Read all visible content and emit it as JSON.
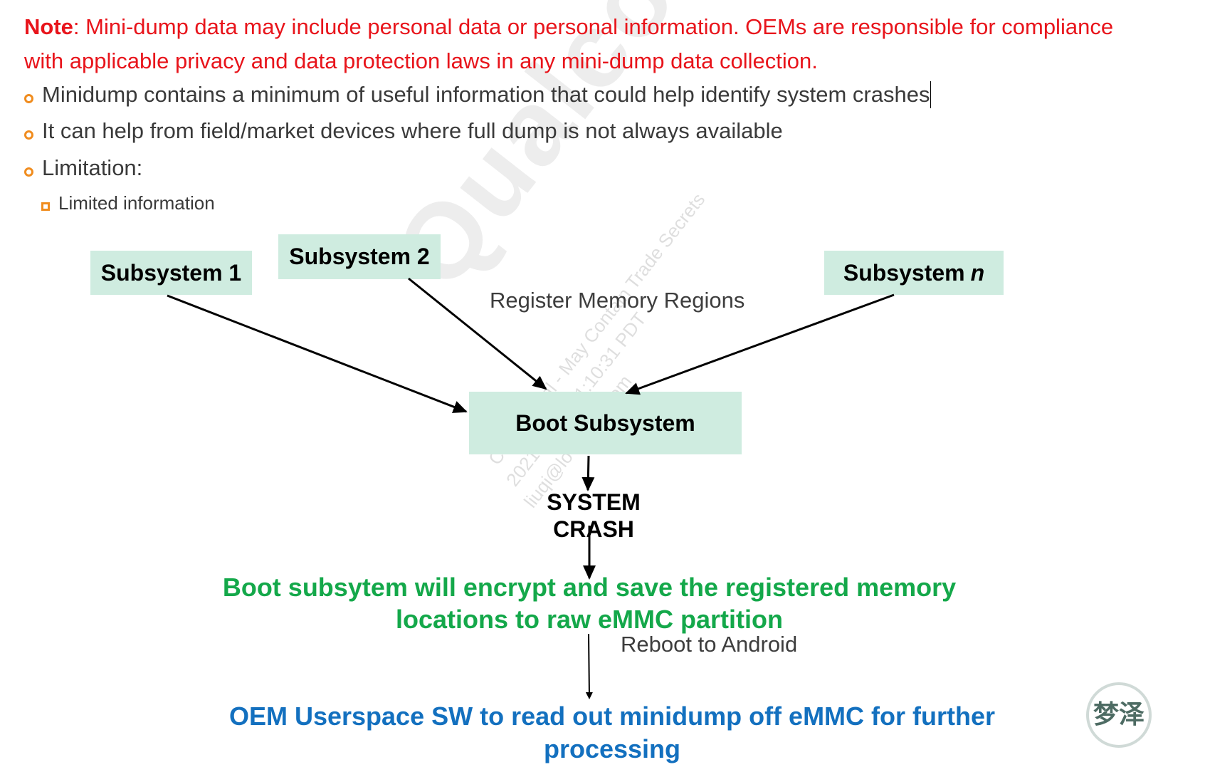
{
  "note": {
    "label": "Note",
    "text": ": Mini-dump data may include personal data or personal information. OEMs are responsible for compliance with applicable privacy and data protection laws in any mini-dump data collection."
  },
  "bullets": [
    "Minidump contains a minimum of useful information that could help identify system crashes",
    "It can help from field/market devices where full dump is not always available",
    "Limitation:"
  ],
  "sub_bullets": [
    "Limited information"
  ],
  "diagram": {
    "subsystem_1": "Subsystem 1",
    "subsystem_2": "Subsystem 2",
    "subsystem_n_prefix": "Subsystem",
    "subsystem_n_suffix": "n",
    "register_label": "Register Memory Regions",
    "boot_subsystem": "Boot Subsystem",
    "crash_line1": "SYSTEM",
    "crash_line2": "CRASH",
    "save_line1": "Boot subsytem will encrypt and save the registered memory",
    "save_line2": "locations to raw eMMC partition",
    "reboot_label": "Reboot to Android",
    "oem_line1": "OEM Userspace SW to read out minidump off eMMC for further",
    "oem_line2": "processing"
  },
  "watermark": {
    "brand": "Qualcomm",
    "line1": "Confidential - May Contain Trade Secrets",
    "line2": "2021-0?-27 01:10:31 PDT",
    "line3": "liuqi@lo?cheer.com"
  },
  "logo": {
    "text": "梦泽"
  },
  "colors": {
    "note_red": "#e8141b",
    "bullet_orange": "#f08c1e",
    "box_fill": "#cfece0",
    "green_text": "#14a84a",
    "blue_text": "#1370bf",
    "dash_start": "#1d3e63",
    "dash_end": "#128a78"
  }
}
